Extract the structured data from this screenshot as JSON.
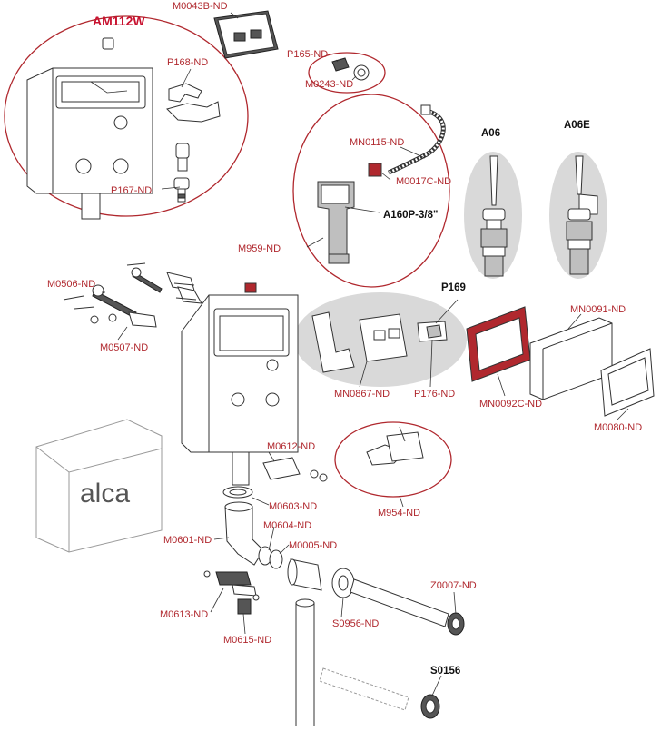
{
  "title": "AM112W",
  "brand": "alca",
  "colors": {
    "label": "#b0282e",
    "title": "#c8102e",
    "outline": "#b0282e",
    "panel": "#d9d9d9",
    "black_label": "#111111"
  },
  "labels": {
    "m0043b": "M0043B-ND",
    "p165": "P165-ND",
    "m0243": "M0243-ND",
    "p168": "P168-ND",
    "p167": "P167-ND",
    "mn0115": "MN0115-ND",
    "m0017c": "M0017C-ND",
    "a160p": "A160P-3/8\"",
    "m959": "M959-ND",
    "a06": "A06",
    "a06e": "A06E",
    "m0506": "M0506-ND",
    "m0507": "M0507-ND",
    "p169": "P169",
    "mn0867": "MN0867-ND",
    "p176": "P176-ND",
    "mn0092c": "MN0092C-ND",
    "mn0091": "MN0091-ND",
    "m0080": "M0080-ND",
    "m0612": "M0612-ND",
    "m954": "M954-ND",
    "m0603": "M0603-ND",
    "m0604": "M0604-ND",
    "m0601": "M0601-ND",
    "m0005": "M0005-ND",
    "m0613": "M0613-ND",
    "m0615": "M0615-ND",
    "s0956": "S0956-ND",
    "z0007": "Z0007-ND",
    "s0156": "S0156"
  }
}
